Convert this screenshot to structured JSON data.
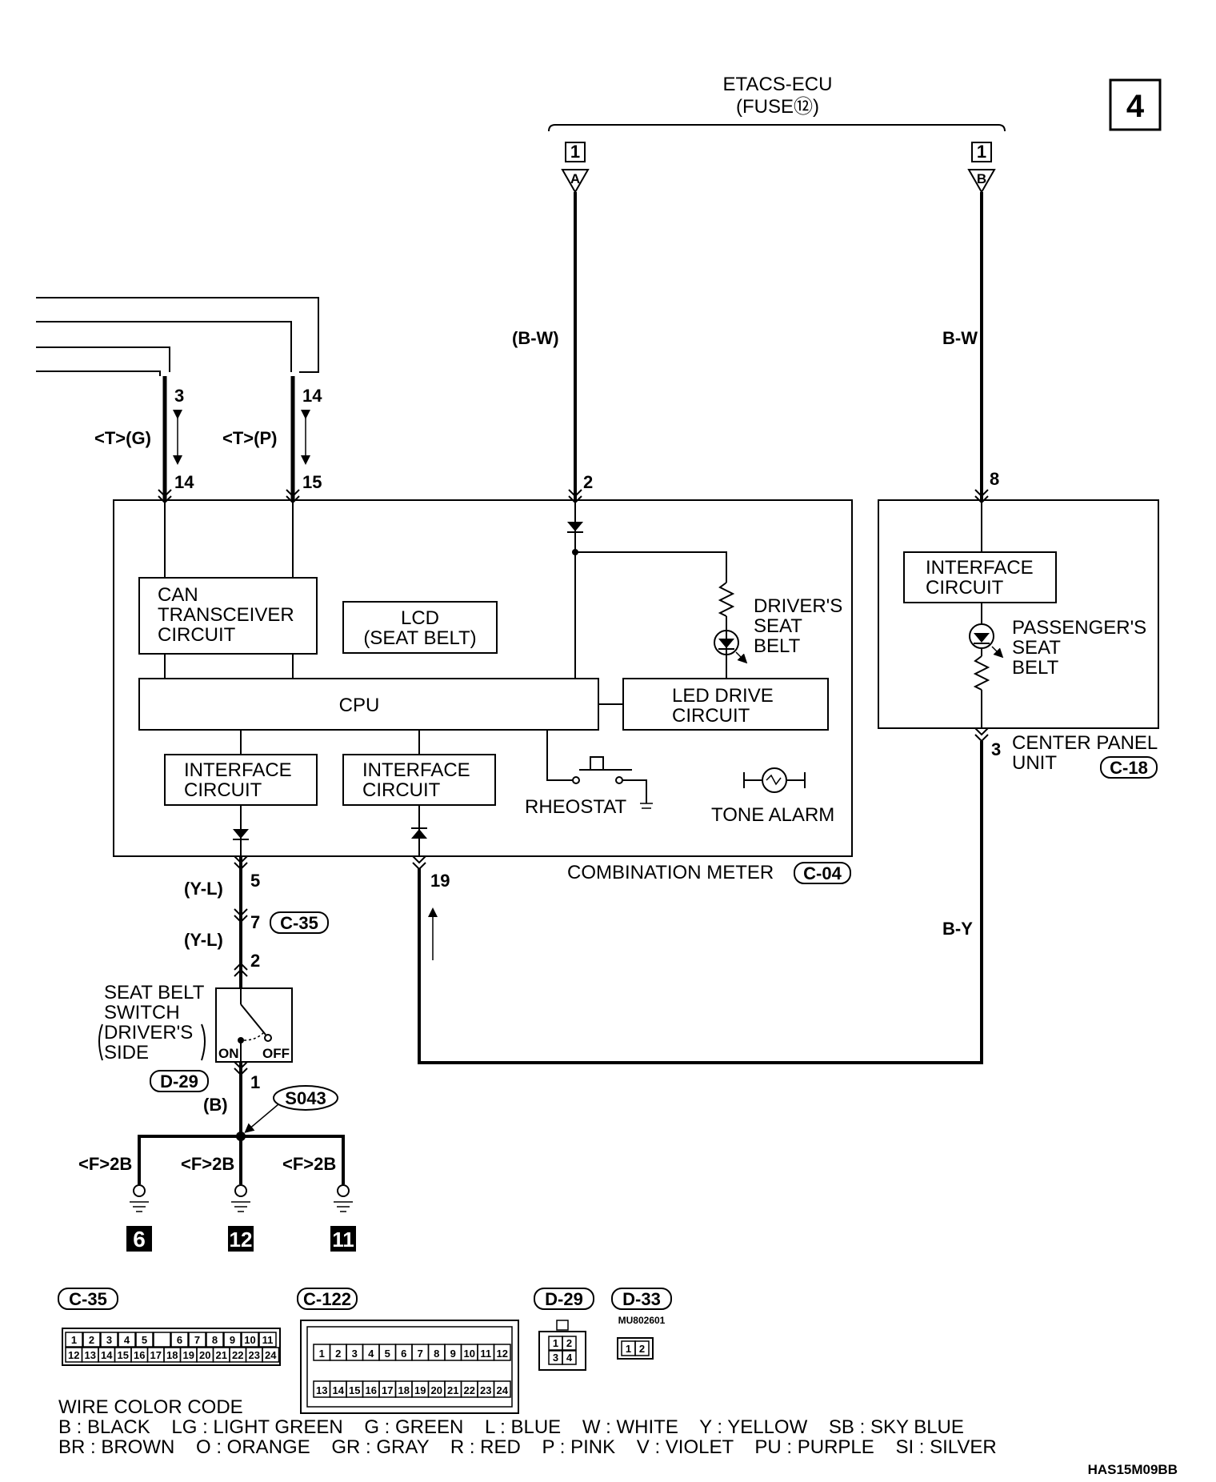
{
  "page_number": "4",
  "etacs": {
    "title": "ETACS-ECU",
    "fuse": "(FUSE⑫)",
    "pin_left": "1",
    "pin_right": "1",
    "conn_left": "A",
    "conn_right": "B"
  },
  "wires": {
    "bw_left": "(B-W)",
    "bw_right": "B-W",
    "can_g": "<T>(G)",
    "can_p": "<T>(P)",
    "yl_1": "(Y-L)",
    "yl_2": "(Y-L)",
    "b_ground": "(B)",
    "by": "B-Y"
  },
  "pins": {
    "p3": "3",
    "p14a": "14",
    "p14b": "14",
    "p15": "15",
    "p2": "2",
    "p8": "8",
    "p5": "5",
    "p7": "7",
    "p2b": "2",
    "p1": "1",
    "p19": "19",
    "p3c": "3"
  },
  "meter": {
    "can": [
      "CAN",
      "TRANSCEIVER",
      "CIRCUIT"
    ],
    "lcd": [
      "LCD",
      "(SEAT BELT)"
    ],
    "cpu": "CPU",
    "led_drive": [
      "LED DRIVE",
      "CIRCUIT"
    ],
    "driver_seat_belt": [
      "DRIVER'S",
      "SEAT",
      "BELT"
    ],
    "iface1": [
      "INTERFACE",
      "CIRCUIT"
    ],
    "iface2": [
      "INTERFACE",
      "CIRCUIT"
    ],
    "rheostat": "RHEOSTAT",
    "tone_alarm": "TONE ALARM",
    "name": "COMBINATION METER",
    "connector": "C-04"
  },
  "center_panel": {
    "iface": [
      "INTERFACE",
      "CIRCUIT"
    ],
    "passenger_seat_belt": [
      "PASSENGER'S",
      "SEAT",
      "BELT"
    ],
    "name": [
      "CENTER PANEL",
      "UNIT"
    ],
    "connector": "C-18"
  },
  "joint_connector": "C-35",
  "seat_belt_switch": {
    "label": [
      "SEAT BELT",
      "SWITCH",
      "DRIVER'S",
      "SIDE"
    ],
    "on": "ON",
    "off": "OFF",
    "connector": "D-29"
  },
  "splice": "S043",
  "grounds": [
    {
      "label": "<F>2B",
      "num": "6"
    },
    {
      "label": "<F>2B",
      "num": "12"
    },
    {
      "label": "<F>2B",
      "num": "11"
    }
  ],
  "connectors": {
    "c35": {
      "label": "C-35",
      "row1": [
        "1",
        "2",
        "3",
        "4",
        "5",
        "",
        "6",
        "7",
        "8",
        "9",
        "10",
        "11"
      ],
      "row2": [
        "12",
        "13",
        "14",
        "15",
        "16",
        "17",
        "18",
        "19",
        "20",
        "21",
        "22",
        "23",
        "24"
      ]
    },
    "c122": {
      "label": "C-122",
      "row1": [
        "1",
        "2",
        "3",
        "4",
        "5",
        "6",
        "7",
        "8",
        "9",
        "10",
        "11",
        "12"
      ],
      "row2": [
        "13",
        "14",
        "15",
        "16",
        "17",
        "18",
        "19",
        "20",
        "21",
        "22",
        "23",
        "24"
      ]
    },
    "d29": {
      "label": "D-29",
      "pins": [
        "1",
        "2",
        "3",
        "4"
      ]
    },
    "d33": {
      "label": "D-33",
      "part": "MU802601",
      "pins": [
        "1",
        "2"
      ]
    }
  },
  "wire_color_code": {
    "title": "WIRE COLOR CODE",
    "line1": "B : BLACK    LG : LIGHT GREEN    G : GREEN    L : BLUE    W : WHITE    Y : YELLOW    SB : SKY BLUE",
    "line2": "BR : BROWN    O : ORANGE    GR : GRAY    R : RED    P : PINK    V : VIOLET    PU : PURPLE    SI : SILVER"
  },
  "doc_code": "HAS15M09BB"
}
